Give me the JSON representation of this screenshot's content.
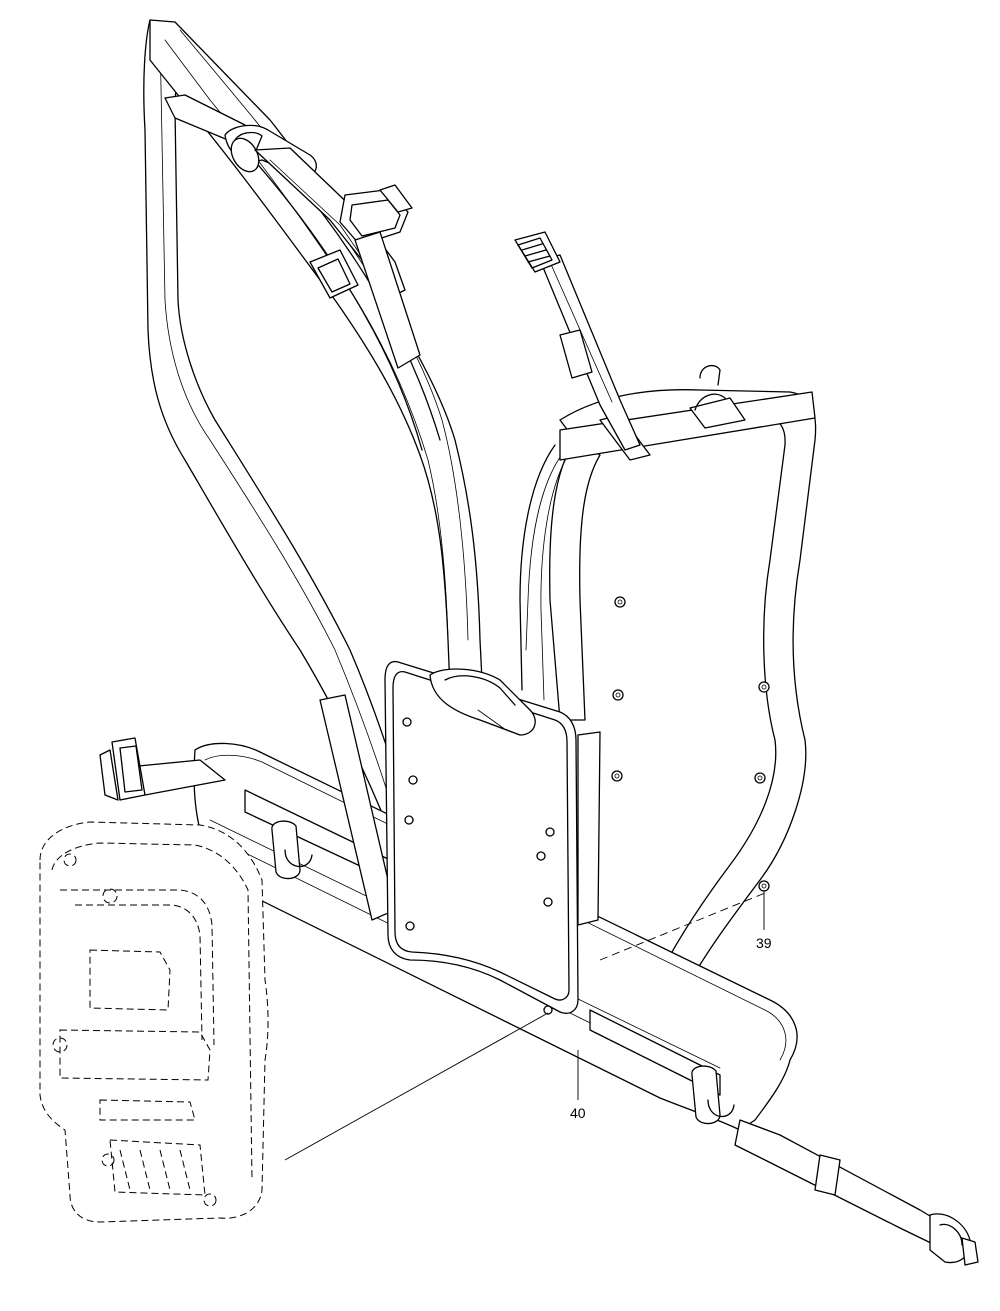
{
  "diagram": {
    "callouts": [
      {
        "id": "39",
        "label": "39"
      },
      {
        "id": "40",
        "label": "40"
      }
    ],
    "line_color": "#000000",
    "background_color": "#ffffff"
  }
}
